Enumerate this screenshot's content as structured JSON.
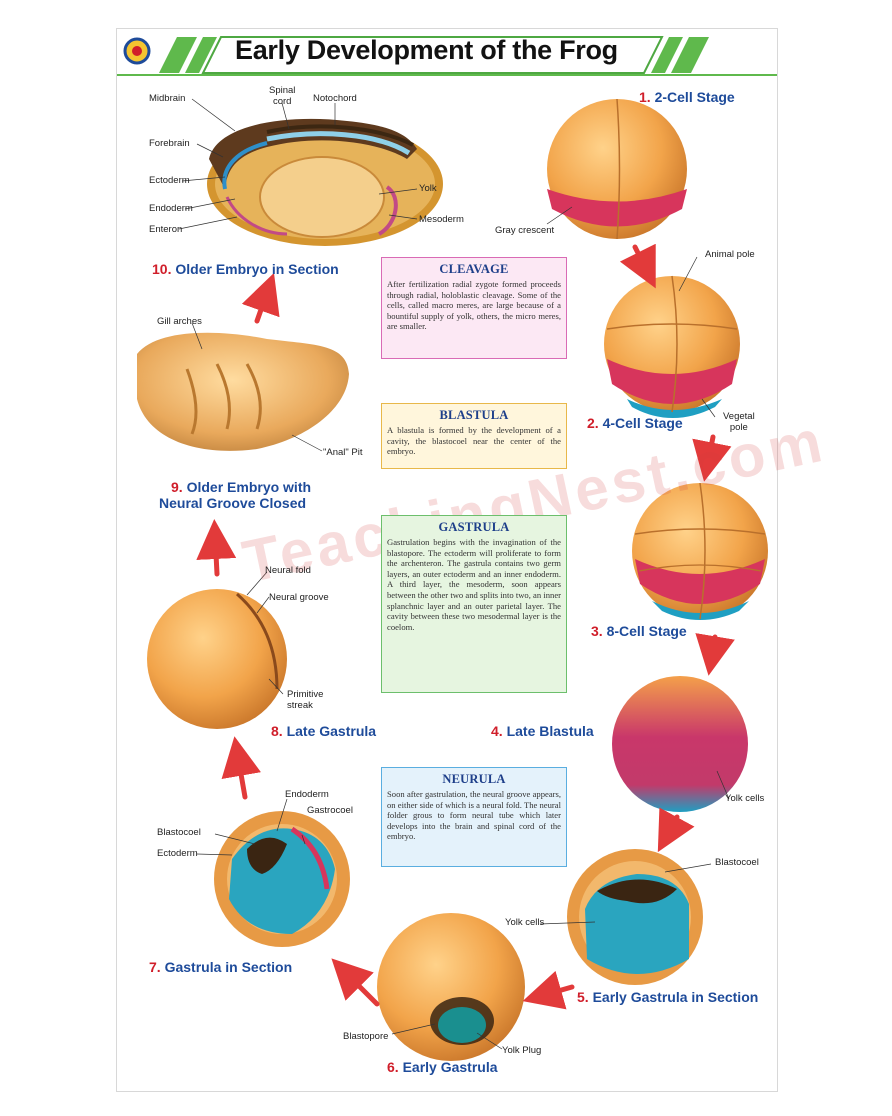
{
  "title": "Early Development of the Frog",
  "watermark": "TeachingNest.com",
  "stages": {
    "s1": {
      "num": "1.",
      "label": "2-Cell Stage"
    },
    "s2": {
      "num": "2.",
      "label": "4-Cell Stage"
    },
    "s3": {
      "num": "3.",
      "label": "8-Cell Stage"
    },
    "s4": {
      "num": "4.",
      "label": "Late Blastula"
    },
    "s5": {
      "num": "5.",
      "label": "Early Gastrula in Section"
    },
    "s6": {
      "num": "6.",
      "label": "Early Gastrula"
    },
    "s7": {
      "num": "7.",
      "label": "Gastrula in Section"
    },
    "s8": {
      "num": "8.",
      "label": "Late Gastrula"
    },
    "s9": {
      "num": "9.",
      "label": "Older Embryo with",
      "label2": "Neural Groove Closed"
    },
    "s10": {
      "num": "10.",
      "label": "Older Embryo in Section"
    }
  },
  "labels": {
    "midbrain": "Midbrain",
    "spinal_cord_1": "Spinal",
    "spinal_cord_2": "cord",
    "notochord": "Notochord",
    "forebrain": "Forebrain",
    "ectoderm_top": "Ectoderm",
    "endoderm_top": "Endoderm",
    "enteron": "Enteron",
    "yolk": "Yolk",
    "mesoderm": "Mesoderm",
    "gray_crescent": "Gray crescent",
    "animal_pole": "Animal pole",
    "vegetal_pole_1": "Vegetal",
    "vegetal_pole_2": "pole",
    "gill_arches": "Gill arches",
    "anal_pit": "\"Anal\" Pit",
    "neural_fold": "Neural fold",
    "neural_groove": "Neural groove",
    "primitive_streak_1": "Primitive",
    "primitive_streak_2": "streak",
    "yolk_cells_4": "Yolk cells",
    "blastocoel_5": "Blastocoel",
    "yolk_cells_5": "Yolk cells",
    "endoderm_7": "Endoderm",
    "gastrocoel": "Gastrocoel",
    "blastocoel_7": "Blastocoel",
    "ectoderm_7": "Ectoderm",
    "blastopore": "Blastopore",
    "yolk_plug": "Yolk Plug"
  },
  "boxes": {
    "cleavage": {
      "title": "CLEAVAGE",
      "text": "After fertilization radial zygote formed proceeds through radial, holoblastic cleavage. Some of the cells, called macro meres, are large because of a bountiful supply of yolk, others, the micro meres, are smaller."
    },
    "blastula": {
      "title": "BLASTULA",
      "text": "A blastula is formed by the development of a cavity, the blastocoel near the center of the embryo."
    },
    "gastrula": {
      "title": "GASTRULA",
      "text": "Gastrulation begins with the invagination of the blastopore. The ectoderm will proliferate to form the archenteron. The gastrula contains two germ layers, an outer ectoderm and an inner endoderm. A third layer, the mesoderm, soon appears between the other two and splits into two, an inner splanchnic layer and an outer parietal layer. The cavity between these two mesodermal layer is the coelom."
    },
    "neurula": {
      "title": "NEURULA",
      "text": "Soon after gastrulation, the neural groove appears, on either side of which is a neural fold. The neural folder grous to form neural tube which later develops into the brain and spinal cord of the embryo."
    }
  },
  "colors": {
    "stage_text": "#1e4b9a",
    "stage_number": "#d01e2a",
    "arrow": "#e23a3a",
    "cleavage_border": "#d96bb5",
    "blastula_border": "#e8b84a",
    "gastrula_border": "#6cbf6c",
    "neurula_border": "#5aaee0"
  }
}
